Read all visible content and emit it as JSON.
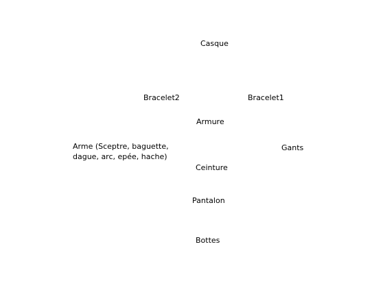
{
  "slots": {
    "casque": "Casque",
    "bracelet2": "Bracelet2",
    "bracelet1": "Bracelet1",
    "armure": "Armure",
    "arme_line1": "Arme (Sceptre, baguette,",
    "arme_line2": "dague, arc, epée, hache)",
    "gants": "Gants",
    "ceinture": "Ceinture",
    "pantalon": "Pantalon",
    "bottes": "Bottes"
  }
}
